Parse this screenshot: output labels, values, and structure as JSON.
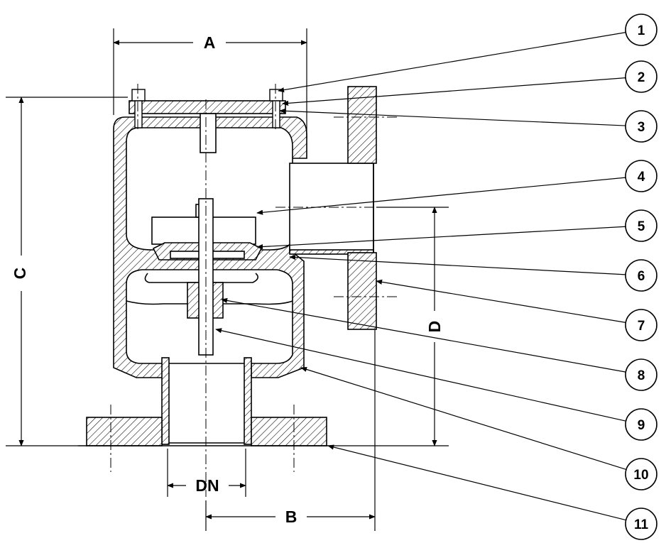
{
  "dimensions": {
    "a": "A",
    "b": "B",
    "c": "C",
    "d": "D",
    "dn": "DN"
  },
  "callouts": [
    "1",
    "2",
    "3",
    "4",
    "5",
    "6",
    "7",
    "8",
    "9",
    "10",
    "11"
  ]
}
